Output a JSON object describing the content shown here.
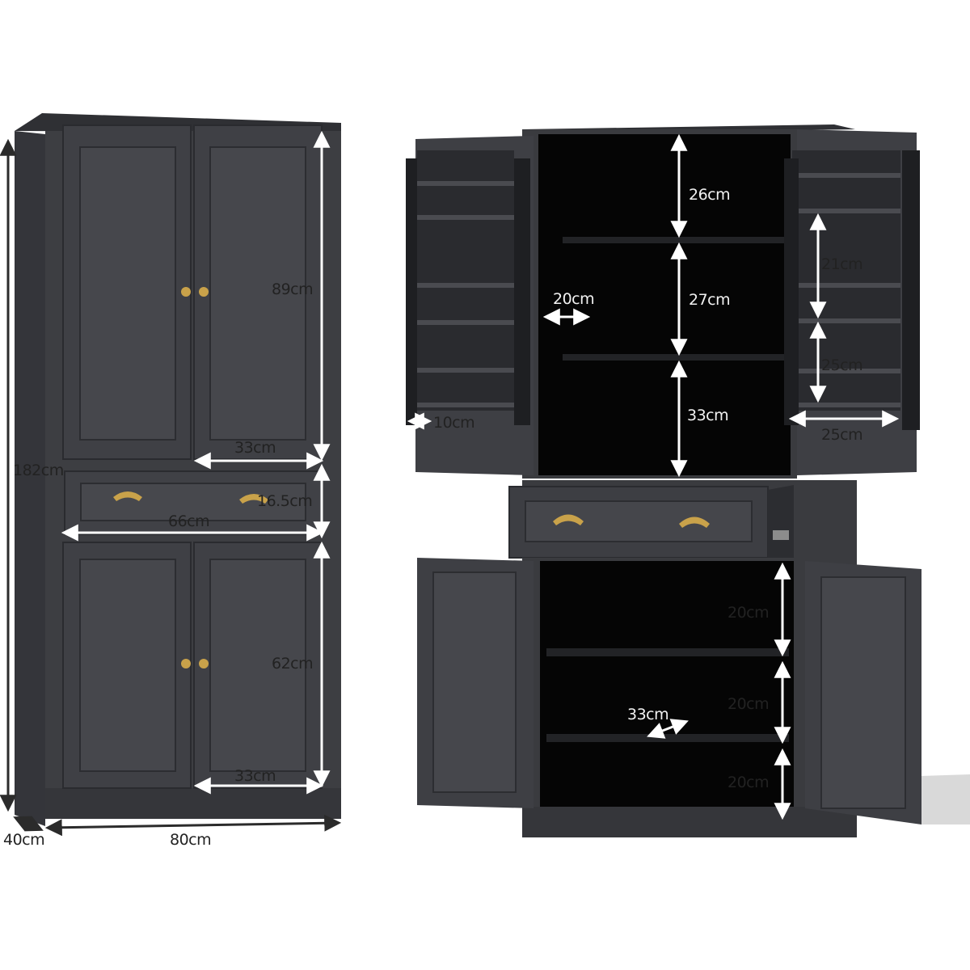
{
  "colors": {
    "cabinet_body": "#3c3d41",
    "cabinet_dark": "#2b2c30",
    "cabinet_panel": "#45464b",
    "interior": "#050505",
    "brass": "#c9a24a",
    "dimension_line": "#ffffff",
    "label_text": "#222222"
  },
  "closed_view": {
    "total_height": "182cm",
    "total_width": "80cm",
    "depth": "40cm",
    "upper_compartment_height": "89cm",
    "upper_door_width": "33cm",
    "drawer_height": "16.5cm",
    "drawer_width": "66cm",
    "lower_compartment_height": "62cm",
    "lower_door_width": "33cm"
  },
  "open_view": {
    "upper_shelf_gap_1": "26cm",
    "upper_shelf_gap_2": "27cm",
    "upper_shelf_gap_3": "33cm",
    "upper_shelf_depth": "20cm",
    "door_rack_depth": "10cm",
    "door_rack_gap_1": "21cm",
    "door_rack_gap_2": "25cm",
    "door_rack_width": "25cm",
    "lower_shelf_gap_1": "20cm",
    "lower_shelf_gap_2": "20cm",
    "lower_shelf_gap_3": "20cm",
    "lower_shelf_depth": "33cm"
  }
}
